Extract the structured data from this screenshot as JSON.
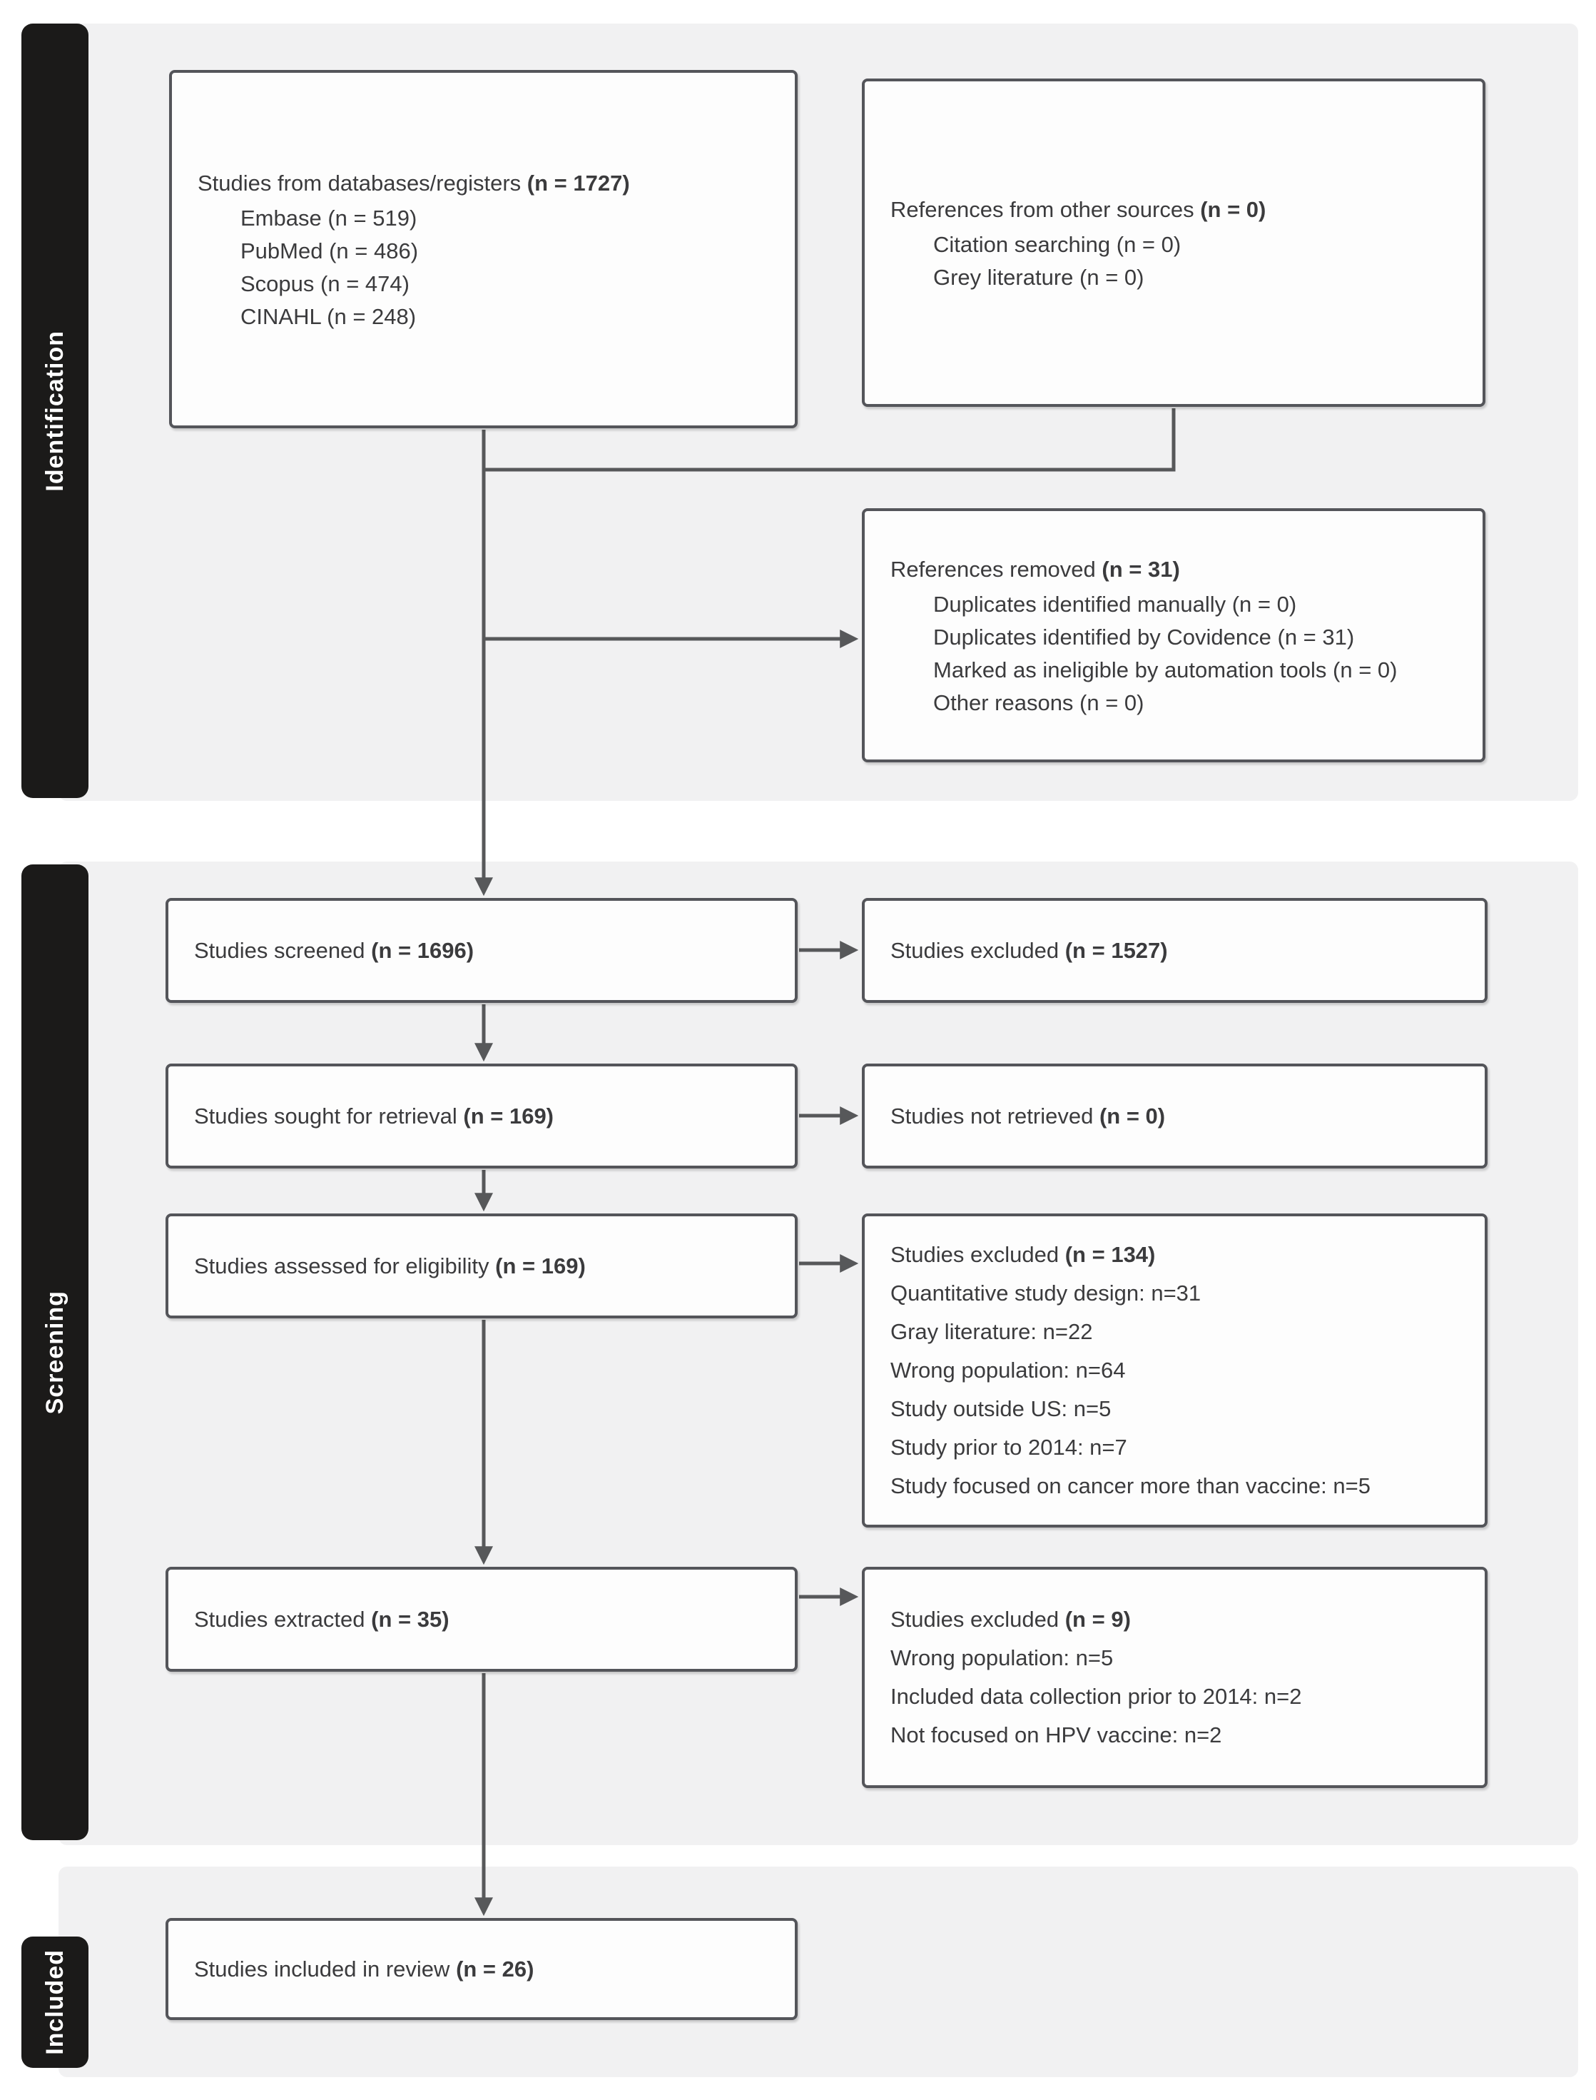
{
  "sections": {
    "identification": {
      "label": "Identification"
    },
    "screening": {
      "label": "Screening"
    },
    "included": {
      "label": "Included"
    }
  },
  "boxes": {
    "databases": {
      "title": "Studies from databases/registers",
      "n": "(n = 1727)",
      "items": [
        "Embase (n = 519)",
        "PubMed (n = 486)",
        "Scopus (n = 474)",
        "CINAHL (n = 248)"
      ]
    },
    "other_sources": {
      "title": "References from other sources",
      "n": "(n = 0)",
      "items": [
        "Citation searching (n = 0)",
        "Grey literature (n = 0)"
      ]
    },
    "references_removed": {
      "title": "References removed",
      "n": "(n = 31)",
      "items": [
        "Duplicates identified manually (n = 0)",
        "Duplicates identified by Covidence (n = 31)",
        "Marked as ineligible by automation tools (n = 0)",
        "Other reasons (n = 0)"
      ]
    },
    "screened": {
      "title": "Studies screened",
      "n": "(n = 1696)"
    },
    "excluded_screening": {
      "title": "Studies excluded",
      "n": "(n = 1527)"
    },
    "sought": {
      "title": "Studies sought for retrieval",
      "n": "(n = 169)"
    },
    "not_retrieved": {
      "title": "Studies not retrieved",
      "n": "(n = 0)"
    },
    "assessed": {
      "title": "Studies assessed for eligibility",
      "n": "(n = 169)"
    },
    "excluded_eligibility": {
      "title": "Studies excluded",
      "n": "(n = 134)",
      "items": [
        "Quantitative study design: n=31",
        "Gray literature: n=22",
        "Wrong population: n=64",
        "Study outside US: n=5",
        "Study prior to 2014: n=7",
        "Study focused on cancer more than vaccine: n=5"
      ]
    },
    "extracted": {
      "title": "Studies extracted",
      "n": "(n = 35)"
    },
    "excluded_extraction": {
      "title": "Studies excluded",
      "n": "(n = 9)",
      "items": [
        "Wrong population: n=5",
        "Included data collection prior to 2014: n=2",
        "Not focused on HPV vaccine: n=2"
      ]
    },
    "included_review": {
      "title": "Studies included in review",
      "n": "(n = 26)"
    }
  },
  "colors": {
    "band_bg": "#f1f1f2",
    "pill_bg": "#1b1a19",
    "box_border": "#54555a",
    "box_bg": "#fdfdfd",
    "arrow": "#57585a",
    "text": "#3b3b3d",
    "pill_text": "#ffffff"
  }
}
